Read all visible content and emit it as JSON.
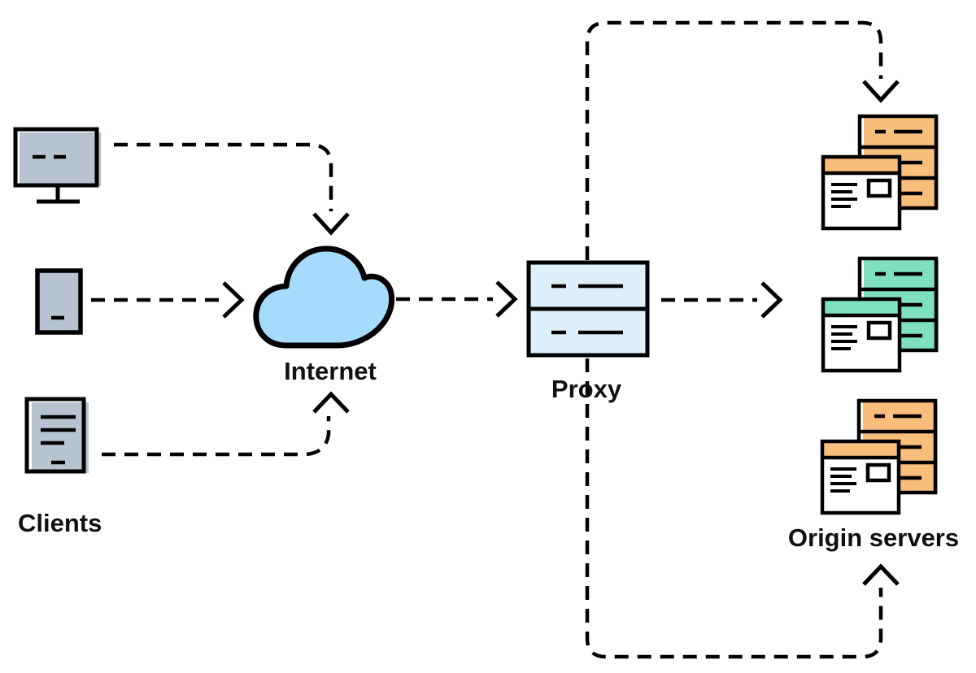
{
  "nodes": {
    "clients": {
      "label": "Clients",
      "devices": [
        "desktop-computer",
        "mobile-device",
        "document"
      ]
    },
    "internet": {
      "label": "Internet",
      "icon": "cloud-icon"
    },
    "proxy": {
      "label": "Proxy",
      "icon": "proxy-server-icon"
    },
    "origin": {
      "label": "Origin servers",
      "server_count": 3,
      "server_colors": [
        "orange",
        "teal",
        "orange"
      ],
      "icon": "server-stack-with-browser-icon"
    }
  },
  "edges": [
    {
      "from": "desktop-client",
      "to": "internet",
      "style": "dashed-arrow"
    },
    {
      "from": "mobile-client",
      "to": "internet",
      "style": "dashed-arrow"
    },
    {
      "from": "document-client",
      "to": "internet",
      "style": "dashed-arrow"
    },
    {
      "from": "internet",
      "to": "proxy",
      "style": "dashed-arrow"
    },
    {
      "from": "proxy",
      "to": "origin-servers",
      "via": "direct",
      "style": "dashed-arrow"
    },
    {
      "from": "proxy",
      "to": "origin-servers",
      "via": "top-loop",
      "style": "dashed-arrow"
    },
    {
      "from": "proxy",
      "to": "origin-servers",
      "via": "bottom-loop",
      "style": "dashed-arrow"
    }
  ],
  "colors": {
    "background": "#FFFFFF",
    "stroke": "#000000",
    "client_fill": "#B7C3D1",
    "cloud_fill": "#A6DBFB",
    "proxy_fill": "#DDF0FA",
    "server_orange": "#F9BD7C",
    "server_teal": "#7EDFC1"
  }
}
